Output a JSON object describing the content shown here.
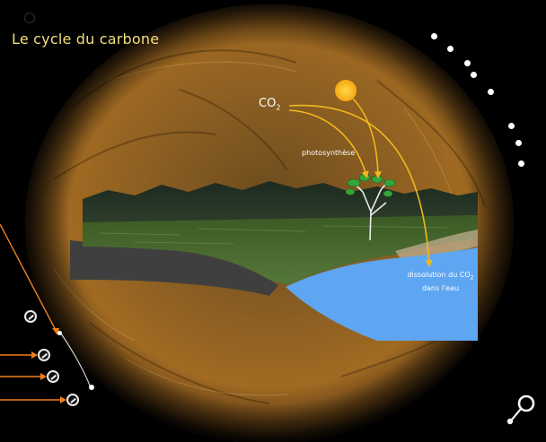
{
  "title": "Le cycle du carbone",
  "labels": {
    "co2_main": "CO",
    "co2_sub": "2",
    "photosynthesis": "photosynthèse",
    "dissolution_line1": "dissolution du CO",
    "dissolution_sub": "2",
    "dissolution_line2": "dans l'eau"
  },
  "colors": {
    "title": "#f2de7a",
    "arrow": "#f2b81e",
    "sun": "#ffc21c",
    "water": "#5ea6f2",
    "pointer": "#f07f1a"
  },
  "icons": {
    "nav_dots": "navigation-dots",
    "zoom": "magnifier-icon",
    "controls": [
      "compass-icon",
      "rotate-icon-1",
      "rotate-icon-2",
      "rotate-icon-3"
    ]
  }
}
